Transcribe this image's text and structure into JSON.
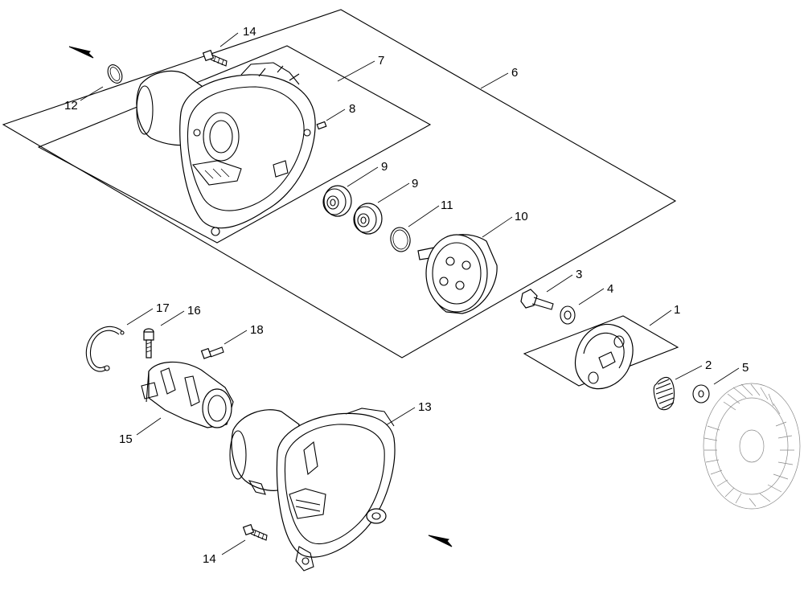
{
  "labels": {
    "p14a": "14",
    "p7": "7",
    "p6": "6",
    "p12": "12",
    "p8": "8",
    "p9a": "9",
    "p9b": "9",
    "p11": "11",
    "p10": "10",
    "p3": "3",
    "p4": "4",
    "p1": "1",
    "p17": "17",
    "p16": "16",
    "p18": "18",
    "p2": "2",
    "p5": "5",
    "p13": "13",
    "p15": "15",
    "p14b": "14"
  }
}
